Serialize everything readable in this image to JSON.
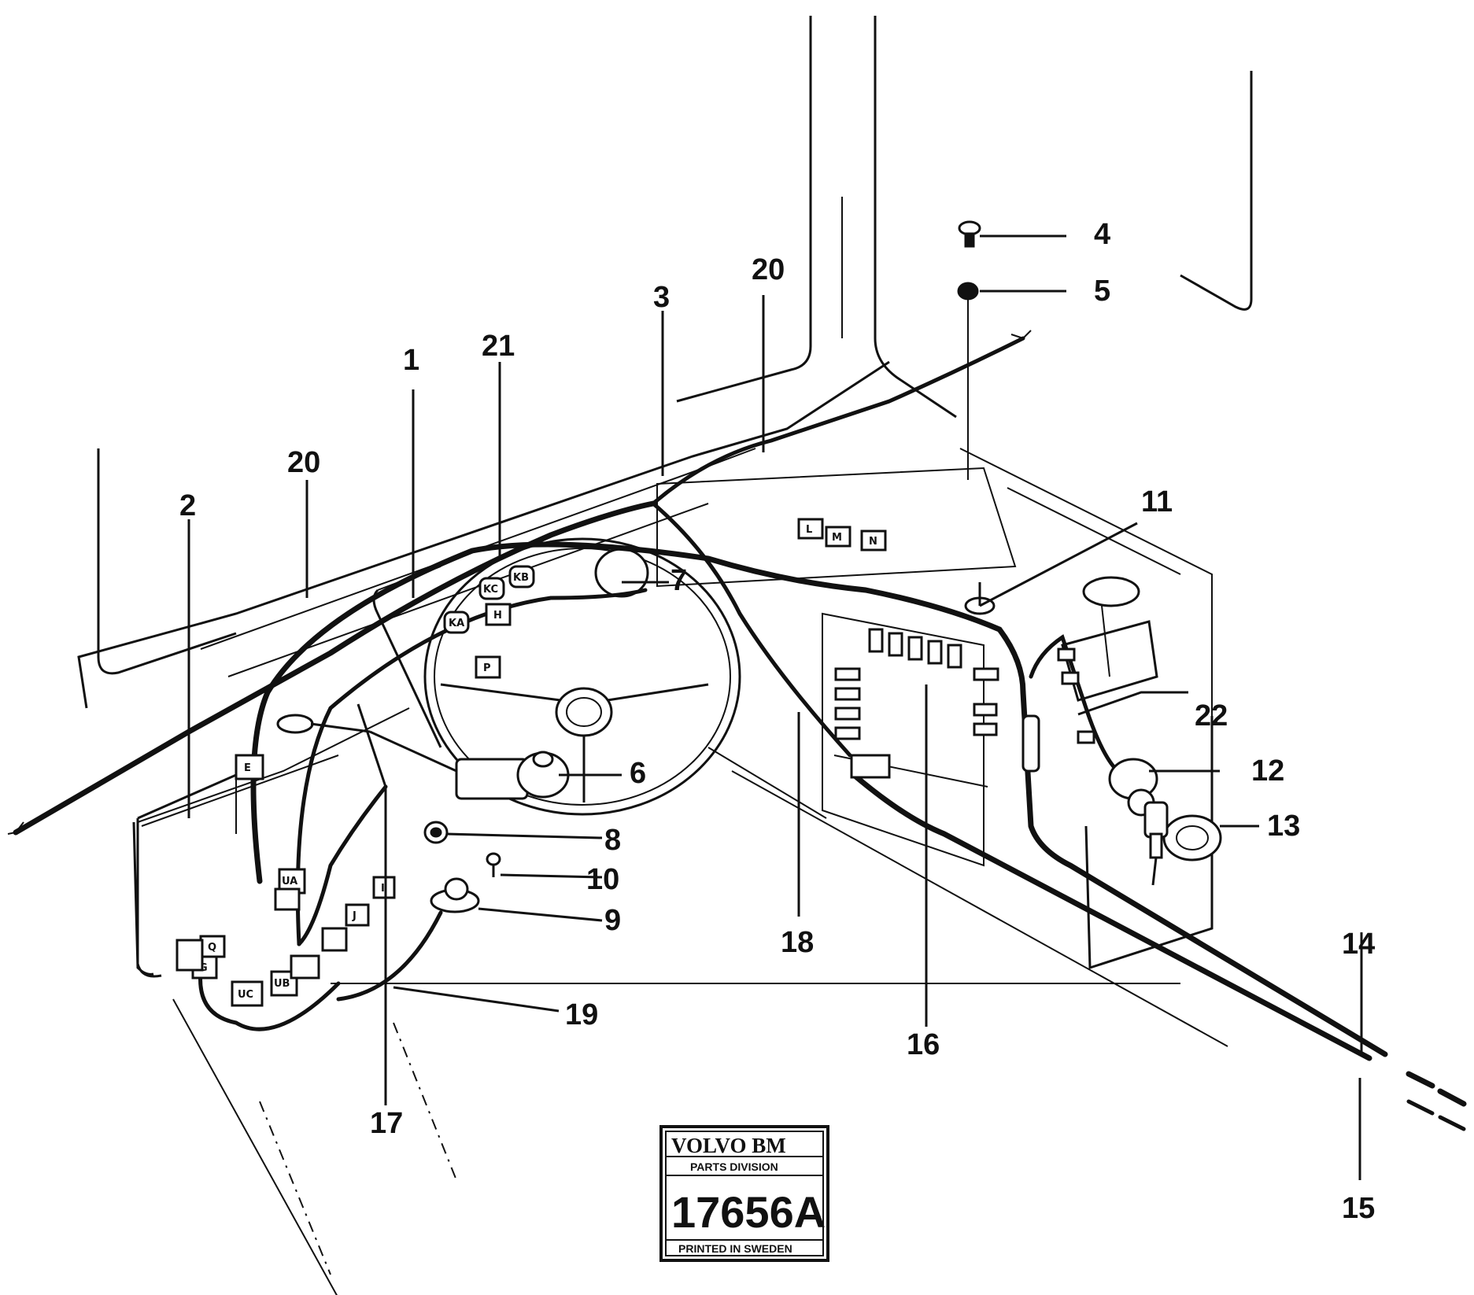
{
  "callouts": [
    {
      "id": "c1",
      "label": "1"
    },
    {
      "id": "c2",
      "label": "2"
    },
    {
      "id": "c3",
      "label": "3"
    },
    {
      "id": "c4",
      "label": "4"
    },
    {
      "id": "c5",
      "label": "5"
    },
    {
      "id": "c6",
      "label": "6"
    },
    {
      "id": "c7",
      "label": "7"
    },
    {
      "id": "c8",
      "label": "8"
    },
    {
      "id": "c9",
      "label": "9"
    },
    {
      "id": "c10",
      "label": "10"
    },
    {
      "id": "c11",
      "label": "11"
    },
    {
      "id": "c12",
      "label": "12"
    },
    {
      "id": "c13",
      "label": "13"
    },
    {
      "id": "c14",
      "label": "14"
    },
    {
      "id": "c15",
      "label": "15"
    },
    {
      "id": "c16",
      "label": "16"
    },
    {
      "id": "c17",
      "label": "17"
    },
    {
      "id": "c18",
      "label": "18"
    },
    {
      "id": "c19",
      "label": "19"
    },
    {
      "id": "c20a",
      "label": "20"
    },
    {
      "id": "c20b",
      "label": "20"
    },
    {
      "id": "c21",
      "label": "21"
    },
    {
      "id": "c22",
      "label": "22"
    }
  ],
  "connector_letters": {
    "E": "E",
    "KA": "KA",
    "KC": "KC",
    "KB": "KB",
    "H": "H",
    "P": "P",
    "L": "L",
    "M": "M",
    "N": "N",
    "UA": "UA",
    "UB": "UB",
    "UC": "UC",
    "G": "G",
    "Q": "Q",
    "J": "J",
    "I": "I"
  },
  "plate": {
    "brand": "VOLVO BM",
    "division": "PARTS DIVISION",
    "number": "17656A",
    "origin": "PRINTED IN SWEDEN"
  }
}
